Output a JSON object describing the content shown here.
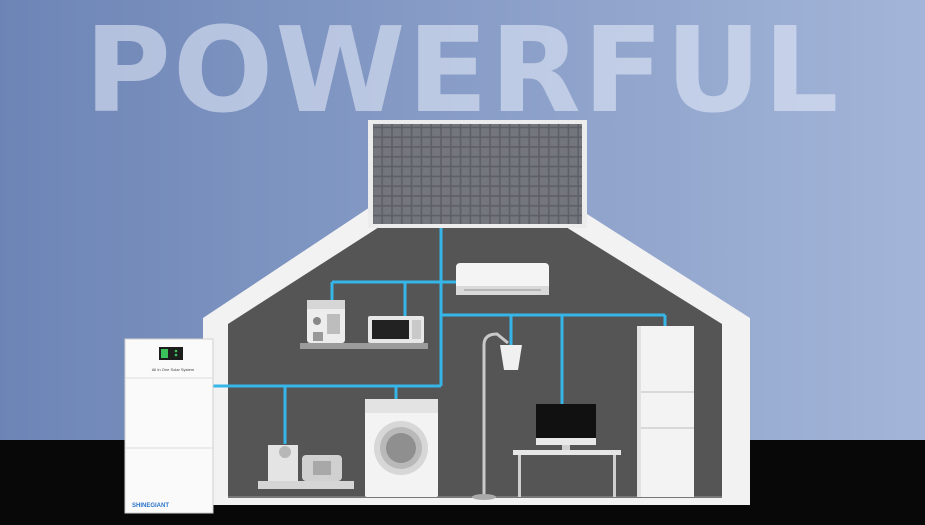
{
  "headline": "POWERFUL",
  "battery": {
    "label": "All In One Solar System",
    "brand": "SHINEGIANT"
  },
  "colors": {
    "sky_left": "#6d85b6",
    "sky_right": "#9eb2d6",
    "ground": "#080808",
    "house_interior": "#555555",
    "house_frame": "#f2f2f2",
    "wiring": "#35b5e8"
  },
  "appliances": [
    "solar-panel",
    "air-conditioner",
    "coffee-machine",
    "microwave-oven",
    "floor-lamp",
    "refrigerator",
    "washing-machine",
    "desktop-computer",
    "water-pump",
    "all-in-one-battery"
  ]
}
